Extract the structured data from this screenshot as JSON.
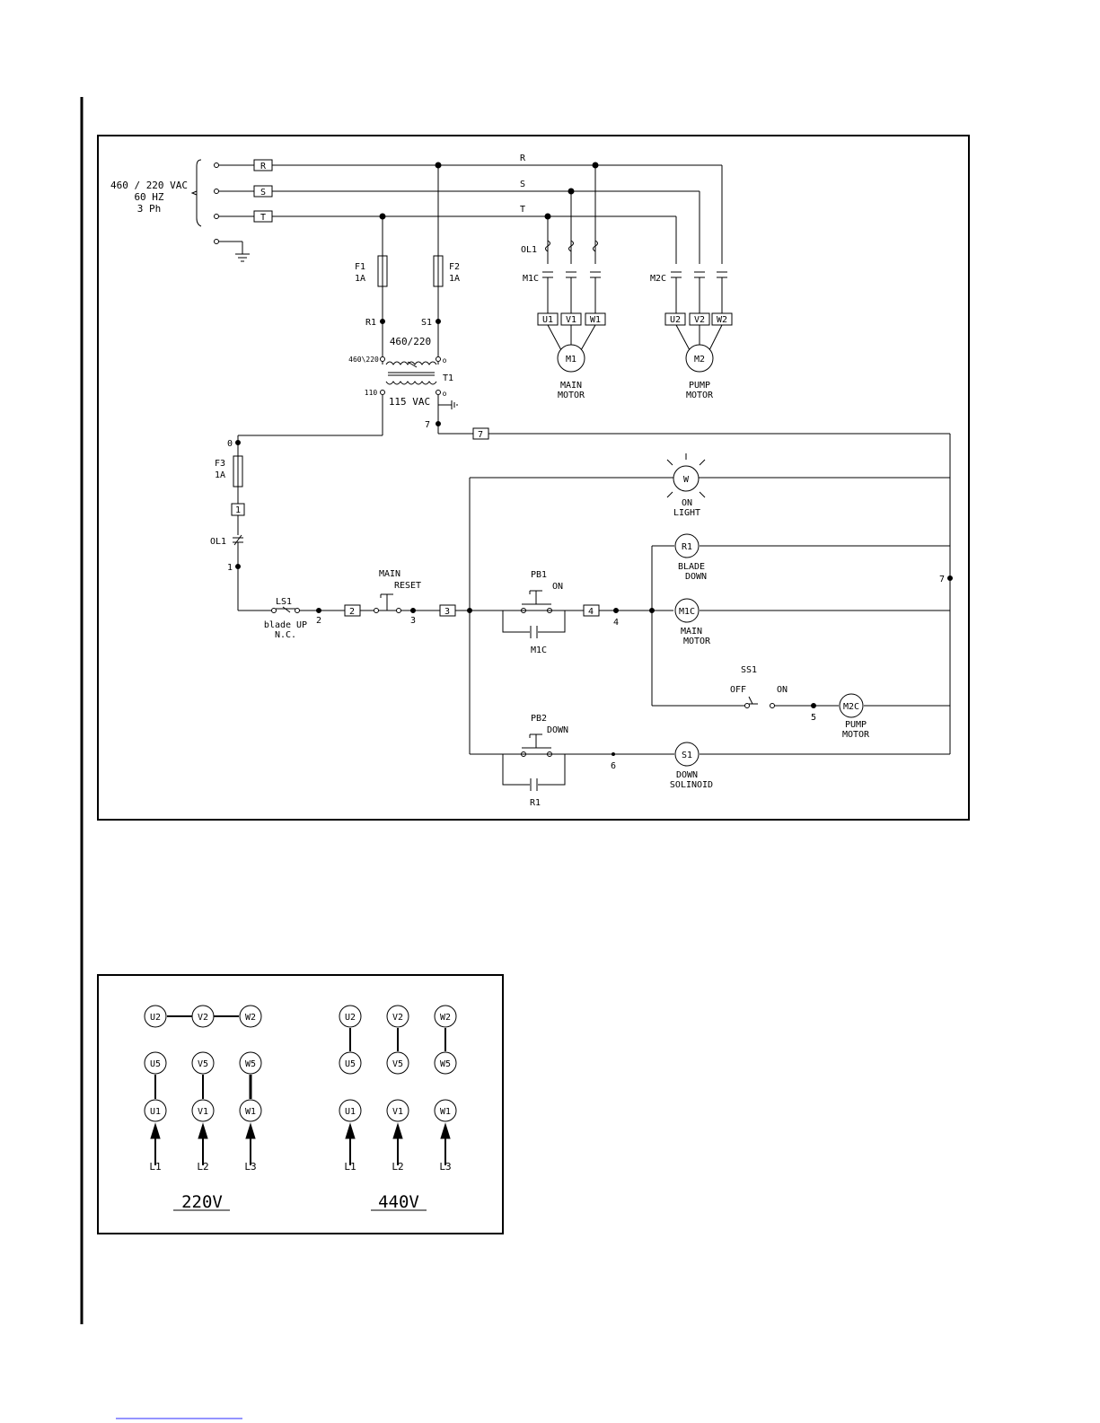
{
  "schematic": {
    "supply": {
      "line1": "460 / 220 VAC",
      "line2": "60 HZ",
      "line3": "3 Ph"
    },
    "phase_boxes": [
      "R",
      "S",
      "T"
    ],
    "bus_labels": [
      "R",
      "S",
      "T"
    ],
    "fuses": {
      "f1_name": "F1",
      "f1_rating": "1A",
      "f2_name": "F2",
      "f2_rating": "1A",
      "f3_name": "F3",
      "f3_rating": "1A"
    },
    "transformer": {
      "r1": "R1",
      "s1": "S1",
      "primary": "460/220",
      "primary_tap": "460\\220",
      "primary_o": "o",
      "name": "T1",
      "secondary_tap": "110",
      "secondary": "115 VAC",
      "secondary_o": "o",
      "node7": "7"
    },
    "overload_main": "OL1",
    "contactor_main": "M1C",
    "contactor_pump": "M2C",
    "main_terminals": [
      "U1",
      "V1",
      "W1"
    ],
    "pump_terminals": [
      "U2",
      "V2",
      "W2"
    ],
    "main_motor": {
      "symbol": "M1",
      "label1": "MAIN",
      "label2": "MOTOR"
    },
    "pump_motor": {
      "symbol": "M2",
      "label1": "PUMP",
      "label2": "MOTOR"
    },
    "control": {
      "node0": "0",
      "box1": "1",
      "ol1": "OL1",
      "node1": "1",
      "wire7": "7",
      "right_node7": "7",
      "light_symbol": "W",
      "light_label1": "ON",
      "light_label2": "LIGHT",
      "ls1": "LS1",
      "ls1_desc1": "blade UP",
      "ls1_desc2": "N.C.",
      "node2": "2",
      "box2": "2",
      "reset_label1": "MAIN",
      "reset_label2": "RESET",
      "node3": "3",
      "box3": "3",
      "pb1": "PB1",
      "pb1_on": "ON",
      "box4": "4",
      "node4": "4",
      "m1c_hold": "M1C",
      "r1_symbol": "R1",
      "r1_label1": "BLADE",
      "r1_label2": "DOWN",
      "m1c_symbol": "M1C",
      "m1c_label1": "MAIN",
      "m1c_label2": "MOTOR",
      "ss1": "SS1",
      "ss1_off": "OFF",
      "ss1_on": "ON",
      "node5": "5",
      "m2c_symbol": "M2C",
      "m2c_label1": "PUMP",
      "m2c_label2": "MOTOR",
      "pb2": "PB2",
      "pb2_down": "DOWN",
      "node6": "6",
      "r1_hold": "R1",
      "s1_symbol": "S1",
      "s1_label1": "DOWN",
      "s1_label2": "SOLINOID"
    }
  },
  "wiring": {
    "v220": {
      "title": "220V",
      "top": [
        "U2",
        "V2",
        "W2"
      ],
      "mid": [
        "U5",
        "V5",
        "W5"
      ],
      "bot": [
        "U1",
        "V1",
        "W1"
      ],
      "lines": [
        "L1",
        "L2",
        "L3"
      ]
    },
    "v440": {
      "title": "440V",
      "top": [
        "U2",
        "V2",
        "W2"
      ],
      "mid": [
        "U5",
        "V5",
        "W5"
      ],
      "bot": [
        "U1",
        "V1",
        "W1"
      ],
      "lines": [
        "L1",
        "L2",
        "L3"
      ]
    }
  }
}
